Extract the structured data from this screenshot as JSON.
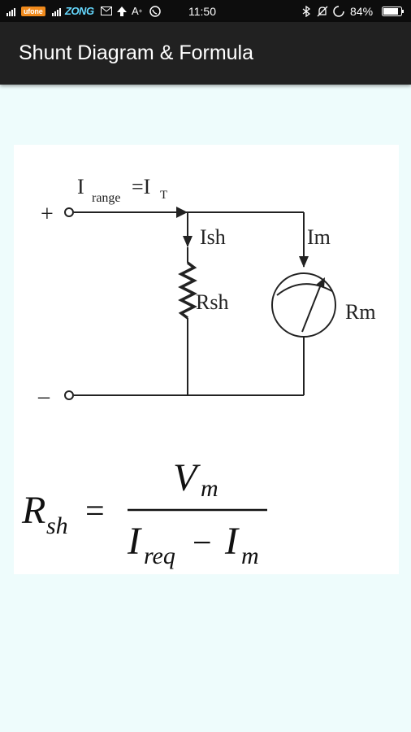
{
  "status_bar": {
    "carrier1": "ufone",
    "carrier2": "ZONG",
    "time": "11:50",
    "battery": "84%"
  },
  "app_bar": {
    "title": "Shunt Diagram & Formula"
  },
  "circuit": {
    "plus": "+",
    "minus": "–",
    "current_label": "I",
    "current_sub": "range",
    "current_eq": "=I",
    "current_sub_t": "T",
    "shunt_current": "Ish",
    "shunt_resistor": "Rsh",
    "meter_current": "Im",
    "meter_resistor": "Rm"
  },
  "formula": {
    "lhs": "R",
    "lhs_sub": "sh",
    "equals": "=",
    "numerator": "V",
    "numerator_sub": "m",
    "den_a": "I",
    "den_a_sub": "req",
    "minus": "−",
    "den_b": "I",
    "den_b_sub": "m"
  }
}
